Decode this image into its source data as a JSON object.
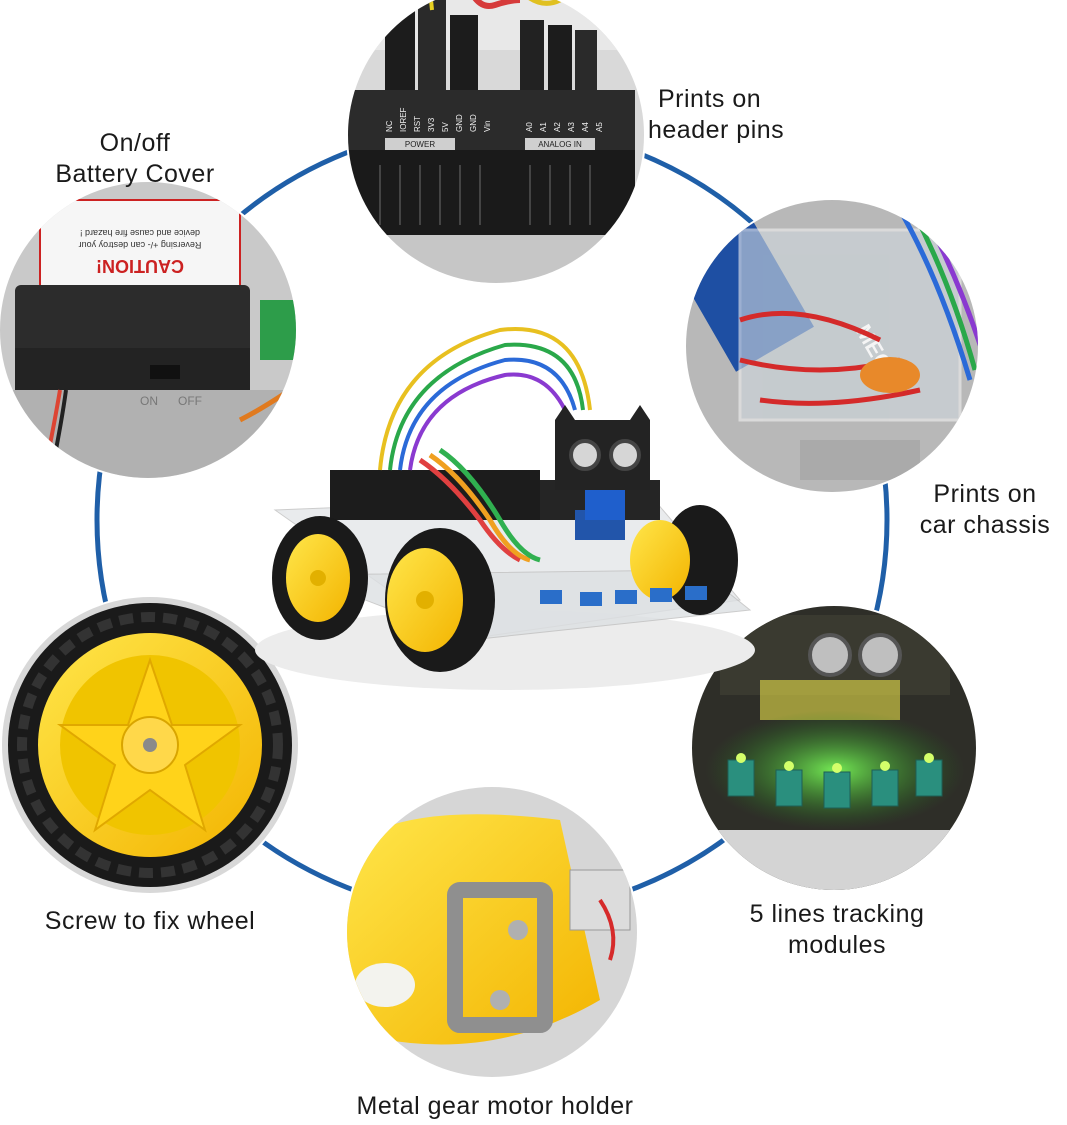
{
  "accent_color": "#1f5fa8",
  "captions": {
    "battery_cover": [
      "On/off",
      "Battery Cover"
    ],
    "header_pins": [
      "Prints on",
      "header pins"
    ],
    "car_chassis": [
      "Prints on",
      "car chassis"
    ],
    "wheel": [
      "Screw to fix wheel"
    ],
    "tracking": [
      "5 lines tracking",
      "modules"
    ],
    "motor_holder": [
      "Metal gear motor holder"
    ]
  },
  "photo_text": {
    "header_pins_top": [
      "NC",
      "IOREF",
      "RST",
      "3V3",
      "5V",
      "GND",
      "GND",
      "Vin"
    ],
    "header_pins_analog": [
      "A0",
      "A1",
      "A2",
      "A3",
      "A4",
      "A5"
    ],
    "power_label": "POWER",
    "analog_label": "ANALOG IN",
    "battery_caution": "CAUTION!",
    "battery_warning_1": "Reversing +/- can destroy your",
    "battery_warning_2": "device and cause fire hazard !",
    "battery_on": "ON",
    "battery_off": "OFF",
    "mega_label": "MEGA"
  },
  "icons": {
    "ring": "blue-circle-ring",
    "photos": [
      "header-pins-photo",
      "battery-box-photo",
      "mega-board-photo",
      "wheel-photo",
      "tracking-modules-photo",
      "motor-holder-photo",
      "robot-car-photo"
    ]
  }
}
